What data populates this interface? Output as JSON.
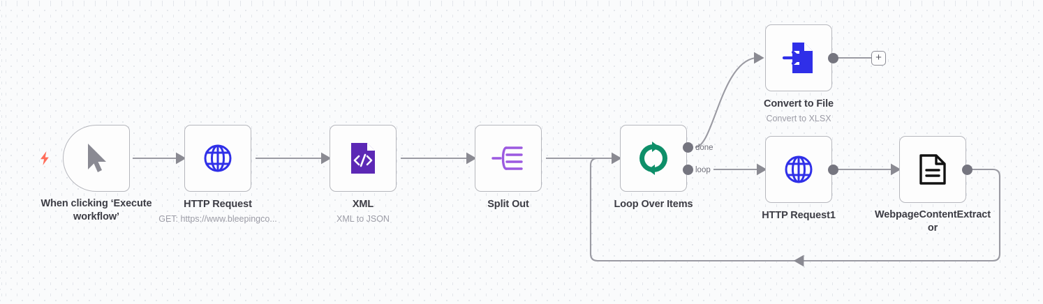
{
  "canvas": {
    "background_color": "#fafbfc",
    "grid_color": "#dfe2e8",
    "edge_color": "#9a9aa2",
    "node_border_color": "#b6b7bd",
    "node_fill_color": "#fdfdfd",
    "title_color": "#3c3c44",
    "subtitle_color": "#9c9ca6",
    "trigger_bolt_color": "#ff6d5a"
  },
  "trigger": {
    "icon": "lightning-bolt-icon",
    "glyph": "⚡"
  },
  "nodes": [
    {
      "id": "when-clicking-execute-workflow",
      "title": "When clicking ‘Execute workflow’",
      "title_line1": "When clicking ‘Execute",
      "title_line2": "workflow’",
      "subtitle": "",
      "icon": "mouse-cursor-icon",
      "icon_color": "#8a8a93",
      "shape": "trigger"
    },
    {
      "id": "http-request",
      "title": "HTTP Request",
      "subtitle": "GET: https://www.bleepingco...",
      "icon": "globe-icon",
      "icon_color": "#2f2fe8",
      "shape": "rect"
    },
    {
      "id": "xml",
      "title": "XML",
      "subtitle": "XML to JSON",
      "icon": "xml-code-file-icon",
      "icon_color": "#5c28b5",
      "shape": "rect"
    },
    {
      "id": "split-out",
      "title": "Split Out",
      "subtitle": "",
      "icon": "split-out-icon",
      "icon_color": "#9b59e0",
      "shape": "rect"
    },
    {
      "id": "loop-over-items",
      "title": "Loop Over Items",
      "subtitle": "",
      "icon": "loop-refresh-icon",
      "icon_color": "#0e8f69",
      "shape": "rect",
      "outputs": [
        {
          "name": "done",
          "label": "done"
        },
        {
          "name": "loop",
          "label": "loop"
        }
      ]
    },
    {
      "id": "convert-to-file",
      "title": "Convert to File",
      "subtitle": "Convert to XLSX",
      "icon": "convert-to-file-icon",
      "icon_color": "#2f2fe8",
      "shape": "rect"
    },
    {
      "id": "http-request1",
      "title": "HTTP Request1",
      "subtitle": "",
      "icon": "globe-icon",
      "icon_color": "#2f2fe8",
      "shape": "rect"
    },
    {
      "id": "webpage-content-extractor",
      "title": "WebpageContentExtractor",
      "title_line1": "WebpageContentExtract",
      "title_line2": "or",
      "subtitle": "",
      "icon": "document-lines-icon",
      "icon_color": "#121212",
      "shape": "rect"
    }
  ],
  "add_button": {
    "label": "+",
    "name": "add-node-button"
  },
  "connections": [
    {
      "from": "when-clicking-execute-workflow",
      "to": "http-request"
    },
    {
      "from": "http-request",
      "to": "xml"
    },
    {
      "from": "xml",
      "to": "split-out"
    },
    {
      "from": "split-out",
      "to": "loop-over-items"
    },
    {
      "from": "loop-over-items",
      "output": "done",
      "to": "convert-to-file"
    },
    {
      "from": "loop-over-items",
      "output": "loop",
      "to": "http-request1"
    },
    {
      "from": "http-request1",
      "to": "webpage-content-extractor"
    },
    {
      "from": "webpage-content-extractor",
      "to": "loop-over-items",
      "type": "loop-back"
    },
    {
      "from": "convert-to-file",
      "to": "add-node-button"
    }
  ]
}
